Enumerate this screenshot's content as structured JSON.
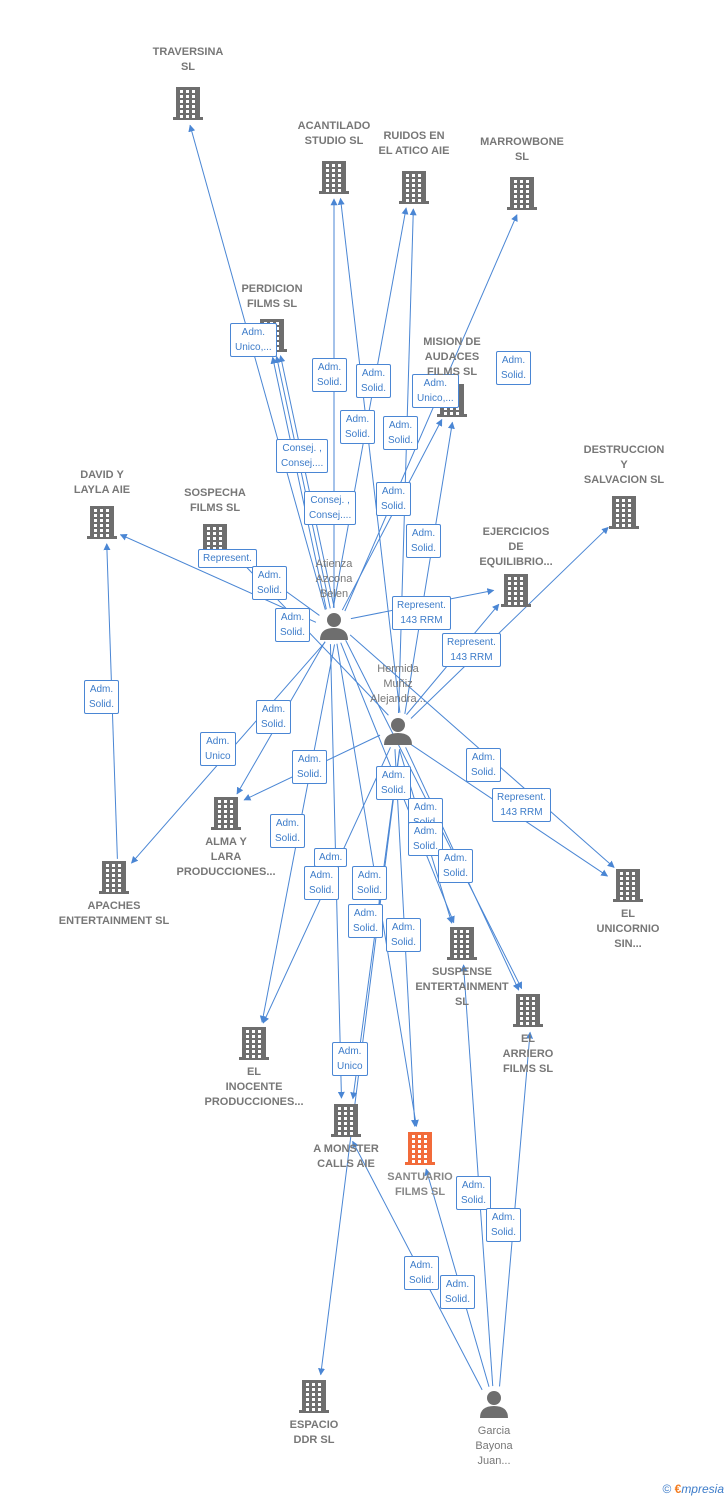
{
  "colors": {
    "edge": "#4a86d4",
    "company": "#6e6e6e",
    "focus": "#f26b3a",
    "person": "#6e6e6e"
  },
  "footer": {
    "copyright": "©",
    "brand_e": "€",
    "brand": "mpresia"
  },
  "nodes": [
    {
      "id": "traversina",
      "type": "company",
      "label": "TRAVERSINA\nSL"
    },
    {
      "id": "acantilado",
      "type": "company",
      "label": "ACANTILADO\nSTUDIO  SL"
    },
    {
      "id": "ruidos",
      "type": "company",
      "label": "RUIDOS EN\nEL ATICO AIE"
    },
    {
      "id": "marrowbone",
      "type": "company",
      "label": "MARROWBONE\nSL"
    },
    {
      "id": "perdicion",
      "type": "company",
      "label": "PERDICION\nFILMS  SL"
    },
    {
      "id": "mision",
      "type": "company",
      "label": "MISION DE\nAUDACES\nFILMS  SL"
    },
    {
      "id": "destruccion",
      "type": "company",
      "label": "DESTRUCCION\nY\nSALVACION  SL"
    },
    {
      "id": "david",
      "type": "company",
      "label": "DAVID Y\nLAYLA AIE"
    },
    {
      "id": "sospecha",
      "type": "company",
      "label": "SOSPECHA\nFILMS  SL"
    },
    {
      "id": "ejercicios",
      "type": "company",
      "label": "EJERCICIOS\nDE\nEQUILIBRIO..."
    },
    {
      "id": "atienza",
      "type": "person",
      "label": "Atienza\nAzcona\nBelen"
    },
    {
      "id": "hermida",
      "type": "person",
      "label": "Hermida\nMuñiz\nAlejandra..."
    },
    {
      "id": "alma",
      "type": "company",
      "label": "ALMA Y\nLARA\nPRODUCCIONES..."
    },
    {
      "id": "apaches",
      "type": "company",
      "label": "APACHES\nENTERTAINMENT SL"
    },
    {
      "id": "unicornio",
      "type": "company",
      "label": "EL\nUNICORNIO\nSIN..."
    },
    {
      "id": "suspense",
      "type": "company",
      "label": "SUSPENSE\nENTERTAINMENT\nSL"
    },
    {
      "id": "arriero",
      "type": "company",
      "label": "EL\nARRIERO\nFILMS  SL"
    },
    {
      "id": "inocente",
      "type": "company",
      "label": "EL\nINOCENTE\nPRODUCCIONES..."
    },
    {
      "id": "monster",
      "type": "company",
      "label": "A MONSTER\nCALLS AIE"
    },
    {
      "id": "santuario",
      "type": "focus",
      "label": "SANTUARIO\nFILMS  SL"
    },
    {
      "id": "espacio",
      "type": "company",
      "label": "ESPACIO\nDDR  SL"
    },
    {
      "id": "garcia",
      "type": "person",
      "label": "Garcia\nBayona\nJuan..."
    }
  ],
  "edges": [
    {
      "from": "atienza",
      "to": "traversina"
    },
    {
      "from": "atienza",
      "to": "perdicion",
      "label": "Adm.\nUnico,..."
    },
    {
      "from": "atienza",
      "to": "perdicion",
      "label": "Consej. ,\nConsej...."
    },
    {
      "from": "atienza",
      "to": "perdicion",
      "label": "Consej. ,\nConsej...."
    },
    {
      "from": "atienza",
      "to": "acantilado",
      "label": "Adm.\nSolid."
    },
    {
      "from": "hermida",
      "to": "acantilado",
      "label": "Adm.\nSolid."
    },
    {
      "from": "atienza",
      "to": "ruidos",
      "label": "Adm.\nSolid."
    },
    {
      "from": "hermida",
      "to": "ruidos",
      "label": "Adm.\nSolid."
    },
    {
      "from": "atienza",
      "to": "marrowbone",
      "label": "Adm.\nUnico,..."
    },
    {
      "from": "hermida",
      "to": "ejercicios",
      "label": "Adm.\nSolid."
    },
    {
      "from": "atienza",
      "to": "mision",
      "label": "Adm.\nSolid."
    },
    {
      "from": "hermida",
      "to": "mision",
      "label": "Adm.\nSolid."
    },
    {
      "from": "atienza",
      "to": "david",
      "label": "Represent."
    },
    {
      "from": "atienza",
      "to": "sospecha",
      "label": "Adm.\nSolid."
    },
    {
      "from": "hermida",
      "to": "sospecha",
      "label": "Adm.\nSolid."
    },
    {
      "from": "atienza",
      "to": "ejercicios",
      "label": "Represent.\n143 RRM"
    },
    {
      "from": "hermida",
      "to": "destruccion",
      "label": "Represent.\n143 RRM"
    },
    {
      "from": "apaches",
      "to": "david",
      "label": "Adm.\nSolid."
    },
    {
      "from": "atienza",
      "to": "apaches",
      "label": "Adm.\nUnico"
    },
    {
      "from": "atienza",
      "to": "alma",
      "label": "Adm.\nSolid."
    },
    {
      "from": "hermida",
      "to": "alma",
      "label": "Adm.\nSolid."
    },
    {
      "from": "atienza",
      "to": "inocente",
      "label": "Adm.\nSolid."
    },
    {
      "from": "hermida",
      "to": "inocente",
      "label": "Adm."
    },
    {
      "from": "atienza",
      "to": "monster",
      "label": "Adm.\nSolid."
    },
    {
      "from": "hermida",
      "to": "monster",
      "label": "Adm.\nUnico"
    },
    {
      "from": "atienza",
      "to": "santuario",
      "label": "Adm.\nSolid."
    },
    {
      "from": "hermida",
      "to": "santuario",
      "label": "Adm.\nSolid."
    },
    {
      "from": "hermida",
      "to": "espacio",
      "label": "Adm.\nSolid."
    },
    {
      "from": "atienza",
      "to": "suspense",
      "label": "Adm.\nSolid."
    },
    {
      "from": "hermida",
      "to": "suspense",
      "label": "Adm.\nSolid."
    },
    {
      "from": "atienza",
      "to": "arriero",
      "label": "Adm.\nSolid."
    },
    {
      "from": "hermida",
      "to": "arriero",
      "label": "Adm.\nSolid."
    },
    {
      "from": "hermida",
      "to": "unicornio",
      "label": "Represent.\n143 RRM"
    },
    {
      "from": "atienza",
      "to": "unicornio",
      "label": "Adm.\nSolid."
    },
    {
      "from": "garcia",
      "to": "suspense",
      "label": "Adm.\nSolid."
    },
    {
      "from": "garcia",
      "to": "arriero",
      "label": "Adm.\nSolid."
    },
    {
      "from": "garcia",
      "to": "monster",
      "label": "Adm.\nSolid."
    },
    {
      "from": "garcia",
      "to": "santuario",
      "label": "Adm.\nSolid."
    }
  ]
}
